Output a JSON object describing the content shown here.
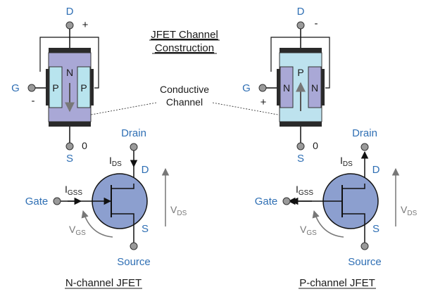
{
  "title": {
    "line1": "JFET Channel",
    "line2": "Construction"
  },
  "conductive_label": {
    "line1": "Conductive",
    "line2": "Channel"
  },
  "colors": {
    "channel_fill": "#a9a8d6",
    "gate_fill": "#b8e4ee",
    "pchannel_fill": "#bde2ee",
    "body_metal": "#2a2a2a",
    "terminal_grey": "#9a9a9a",
    "symbol_circle": "#8c9fcf",
    "label_blue": "#2f6fb4"
  },
  "n_channel": {
    "caption": "N-channel JFET",
    "construction": {
      "drain": "D",
      "source": "S",
      "gate": "G",
      "drain_sign": "+",
      "source_sign": "0",
      "gate_sign": "-",
      "channel": "N",
      "gate_left": "P",
      "gate_right": "P"
    },
    "symbol": {
      "drain_label": "Drain",
      "source_label": "Source",
      "gate_label": "Gate",
      "d": "D",
      "s": "S",
      "ids_main": "I",
      "ids_sub": "DS",
      "igss_main": "I",
      "igss_sub": "GSS",
      "vds_main": "V",
      "vds_sub": "DS",
      "vgs_main": "V",
      "vgs_sub": "GS"
    }
  },
  "p_channel": {
    "caption": "P-channel JFET",
    "construction": {
      "drain": "D",
      "source": "S",
      "gate": "G",
      "drain_sign": "-",
      "source_sign": "0",
      "gate_sign": "+",
      "channel": "P",
      "gate_left": "N",
      "gate_right": "N"
    },
    "symbol": {
      "drain_label": "Drain",
      "source_label": "Source",
      "gate_label": "Gate",
      "d": "D",
      "s": "S",
      "ids_main": "I",
      "ids_sub": "DS",
      "igss_main": "I",
      "igss_sub": "GSS",
      "vds_main": "V",
      "vds_sub": "DS",
      "vgs_main": "V",
      "vgs_sub": "GS"
    }
  }
}
